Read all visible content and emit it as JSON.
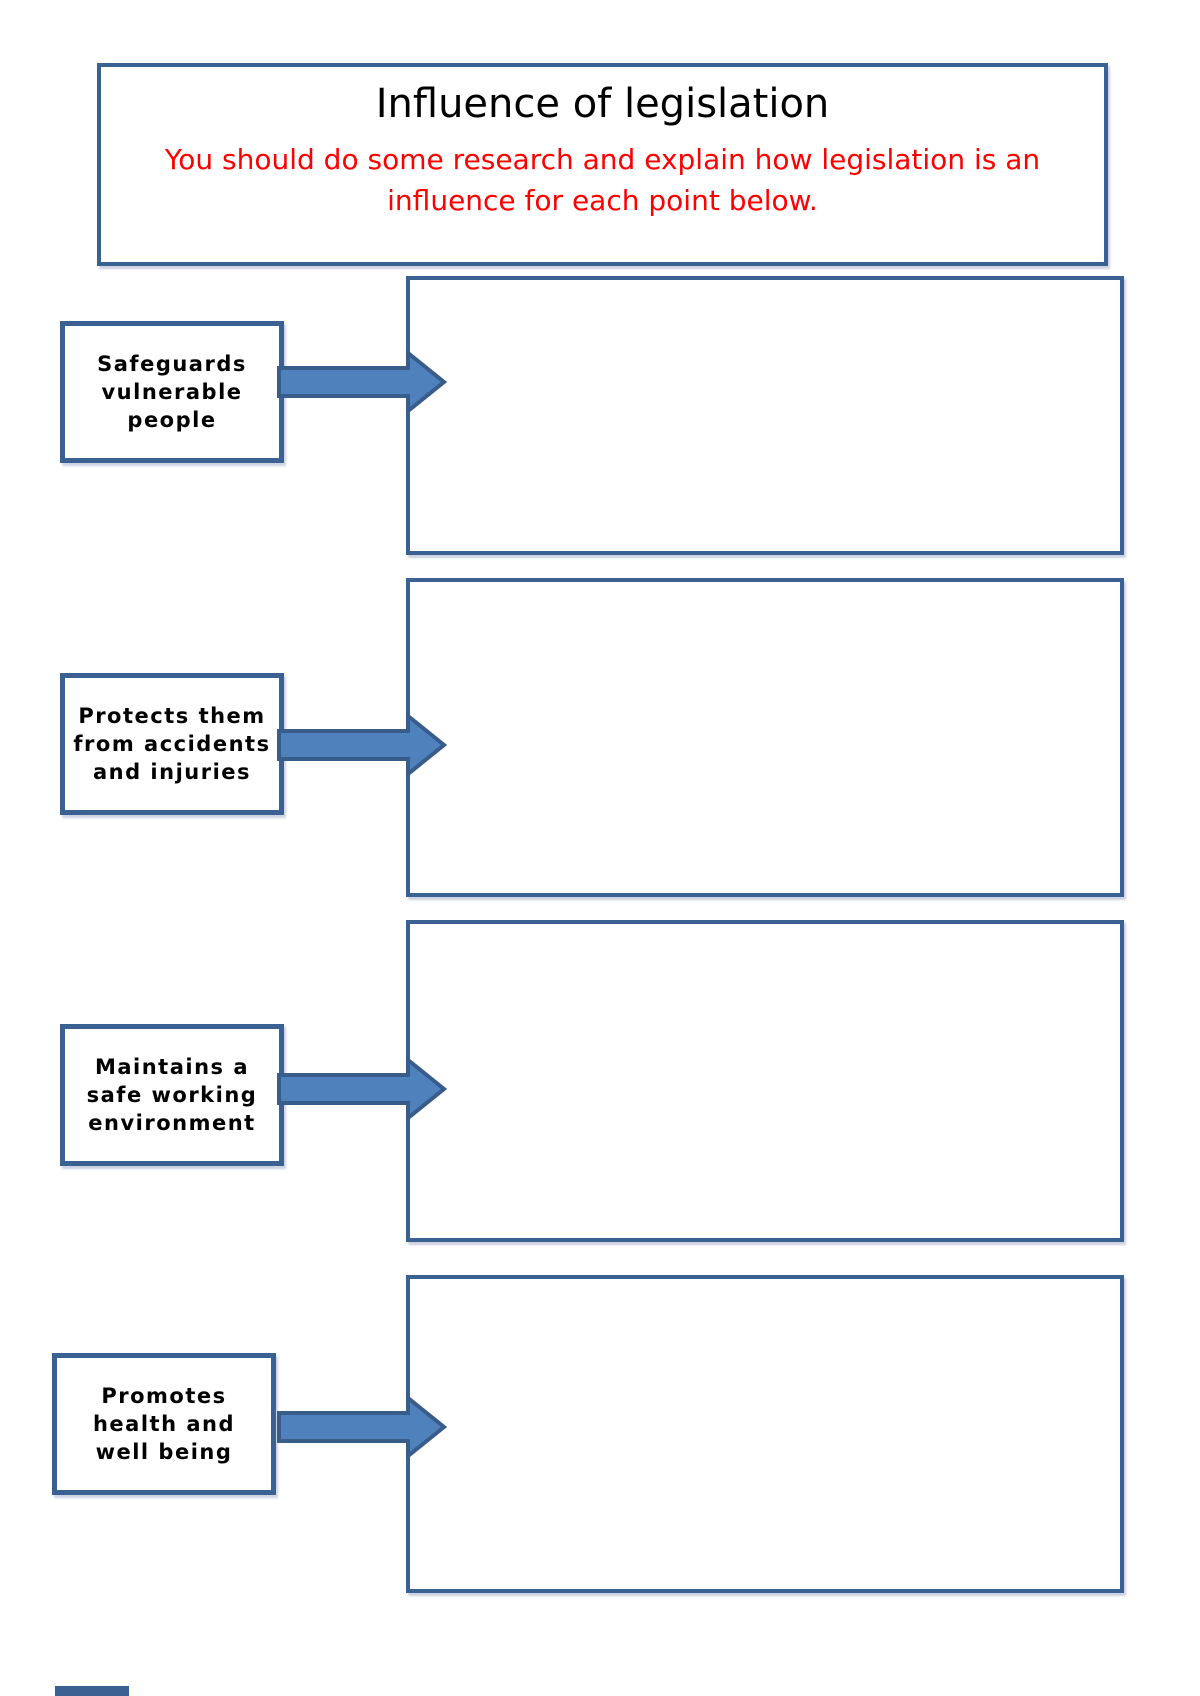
{
  "title_box": {
    "title": "Influence of legislation",
    "instruction": "You should do some research and explain how legislation is an influence for each point below."
  },
  "rows": [
    {
      "label": "Safeguards\nvulnerable\npeople"
    },
    {
      "label": "Protects them\nfrom accidents\nand injuries"
    },
    {
      "label": "Maintains a\nsafe working\nenvironment"
    },
    {
      "label": "Promotes\nhealth and\nwell being"
    }
  ],
  "icons": {
    "arrow": "right-block-arrow"
  },
  "colors": {
    "box_border": "#3A6191",
    "arrow_fill": "#4F81BD",
    "arrow_outline": "#385D8A",
    "instruction_red": "#FF0000",
    "title_black": "#000000"
  }
}
